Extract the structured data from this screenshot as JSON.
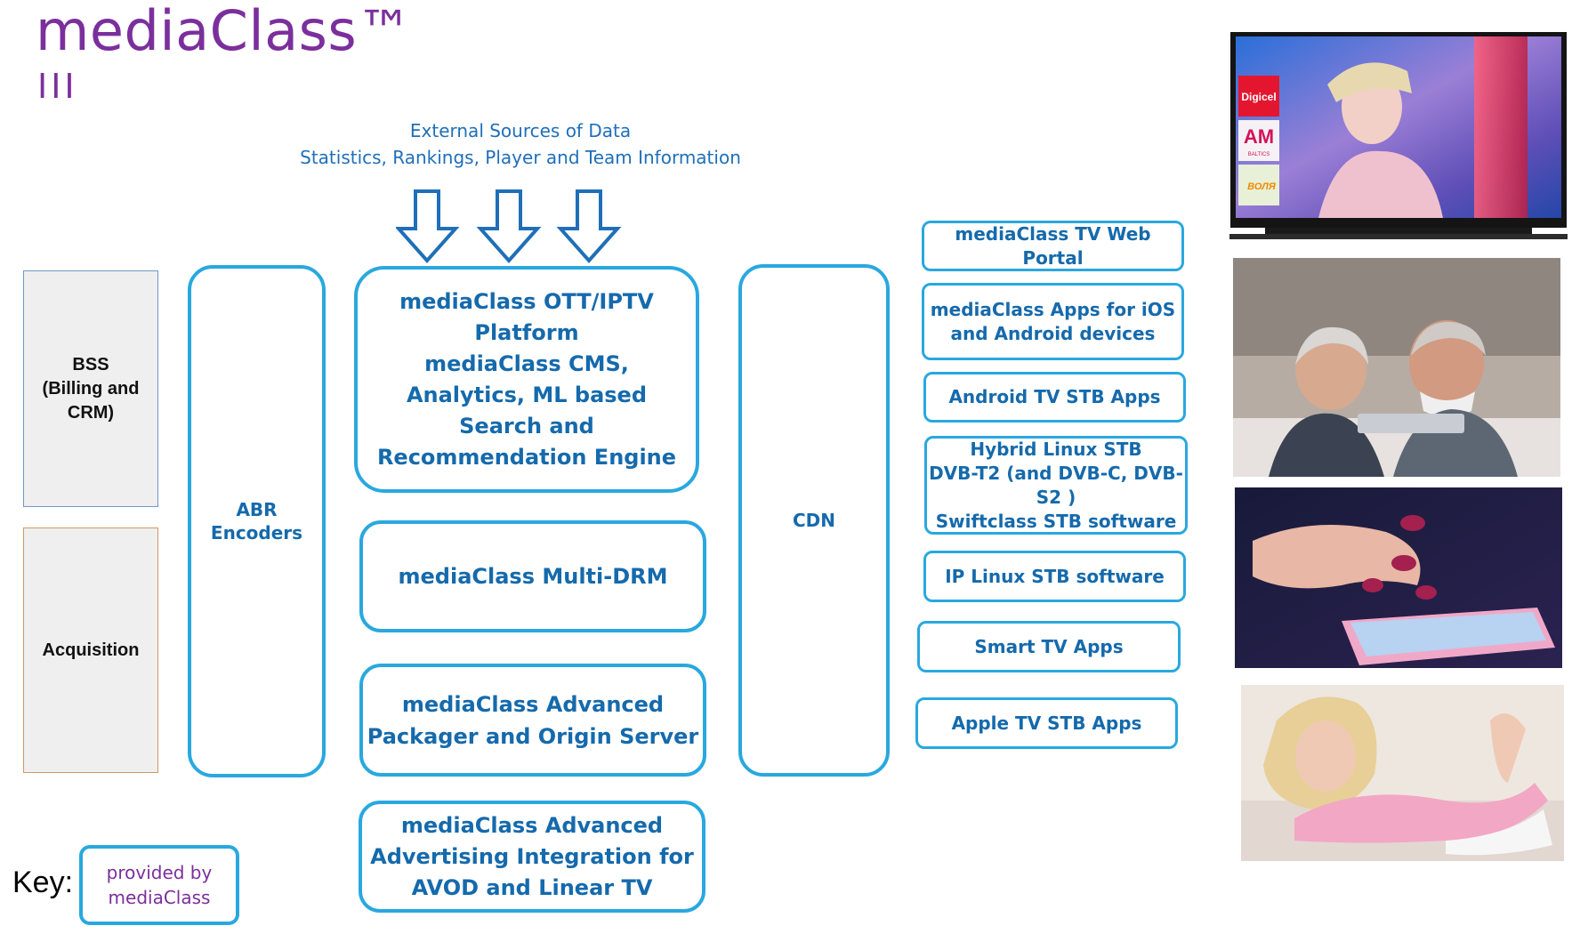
{
  "header": {
    "title": "mediaClass™",
    "subtitle": "III"
  },
  "external": {
    "line1": "External Sources of Data",
    "line2": "Statistics, Rankings, Player and Team Information"
  },
  "left": {
    "bss": [
      "BSS",
      "(Billing and",
      "CRM)"
    ],
    "acquisition": "Acquisition"
  },
  "abr": [
    "ABR",
    "Encoders"
  ],
  "platform": [
    "mediaClass OTT/IPTV",
    "Platform",
    "mediaClass CMS,",
    "Analytics, ML based",
    "Search and",
    "Recommendation Engine"
  ],
  "drm": "mediaClass Multi-DRM",
  "packager": [
    "mediaClass Advanced",
    "Packager and Origin Server"
  ],
  "advertising": [
    "mediaClass Advanced",
    "Advertising Integration for",
    "AVOD and Linear TV"
  ],
  "cdn": "CDN",
  "endpoints": [
    [
      "mediaClass TV Web Portal"
    ],
    [
      "mediaClass Apps for iOS",
      "and Android devices"
    ],
    [
      "Android  TV STB Apps"
    ],
    [
      "Hybrid Linux STB",
      "DVB-T2 (and DVB-C, DVB-S2 )",
      "Swiftclass STB software"
    ],
    [
      "IP  Linux STB software"
    ],
    [
      "Smart TV Apps"
    ],
    [
      "Apple  TV STB Apps"
    ]
  ],
  "key": {
    "label": "Key:",
    "text": [
      "provided by",
      "mediaClass"
    ]
  },
  "tv_logos": {
    "digicel": "Digicel",
    "am": "AM",
    "am_sub": "BALTICS",
    "volia": "ВОЛЯ"
  },
  "colors": {
    "box_border": "#29a8df",
    "box_text": "#156aac",
    "brand_purple": "#7b2f9c",
    "arrow": "#1f6fb8"
  }
}
